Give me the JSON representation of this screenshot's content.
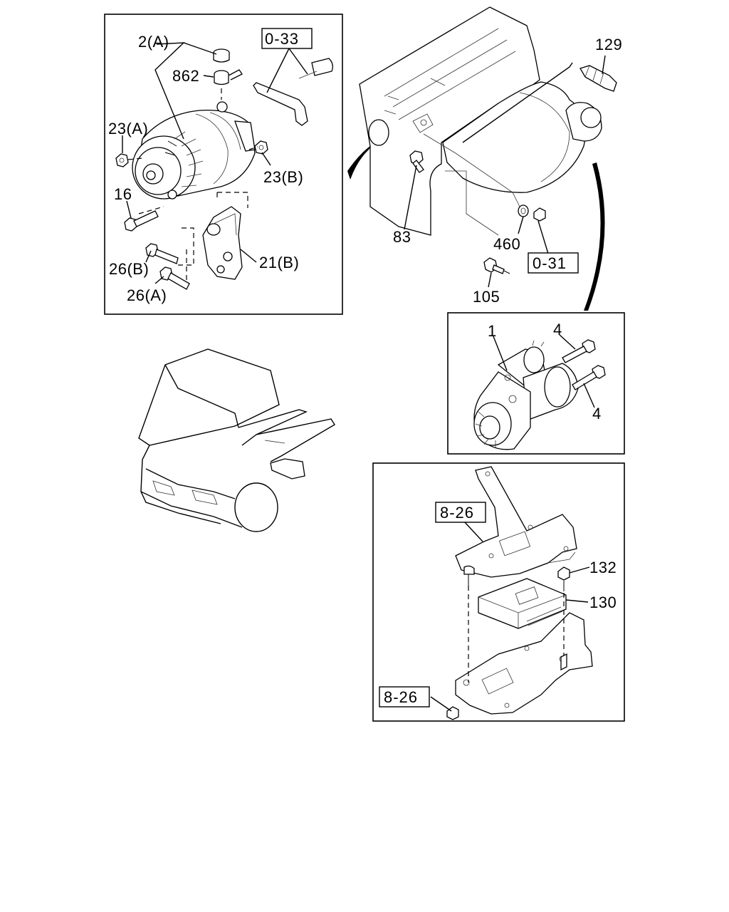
{
  "callouts": {
    "c_2a": "2(A)",
    "c_862": "862",
    "c_033": "0-33",
    "c_23a": "23(A)",
    "c_23b": "23(B)",
    "c_16": "16",
    "c_26b": "26(B)",
    "c_26a": "26(A)",
    "c_21b": "21(B)",
    "c_129": "129",
    "c_83": "83",
    "c_460": "460",
    "c_031": "0-31",
    "c_105": "105",
    "c_1": "1",
    "c_4_top": "4",
    "c_4_bottom": "4",
    "c_826_top": "8-26",
    "c_826_bottom": "8-26",
    "c_132": "132",
    "c_130": "130"
  }
}
